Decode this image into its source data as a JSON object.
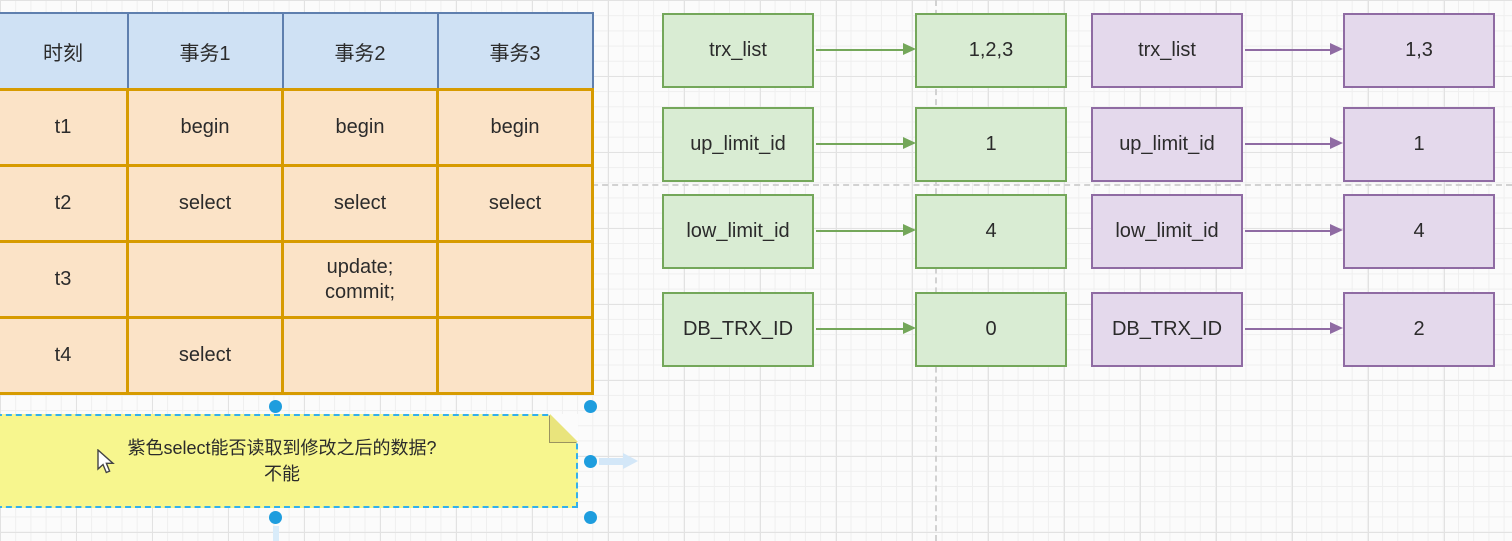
{
  "table": {
    "headers": [
      "时刻",
      "事务1",
      "事务2",
      "事务3"
    ],
    "rows": [
      {
        "time": "t1",
        "cells": [
          "begin",
          "begin",
          "begin"
        ]
      },
      {
        "time": "t2",
        "cells": [
          "select",
          "select",
          "select"
        ]
      },
      {
        "time": "t3",
        "cells": [
          "",
          "update;\ncommit;",
          ""
        ]
      },
      {
        "time": "t4",
        "cells": [
          "select",
          "",
          ""
        ]
      }
    ],
    "highlighted_cells": [
      {
        "row": "t2",
        "column": "事务1",
        "color": "green"
      },
      {
        "row": "t4",
        "column": "事务1",
        "color": "purple"
      }
    ]
  },
  "note": {
    "line1": "紫色select能否读取到修改之后的数据?",
    "line2": "不能",
    "selected": true
  },
  "readviews": {
    "green": {
      "rows": [
        {
          "label": "trx_list",
          "value": "1,2,3"
        },
        {
          "label": "up_limit_id",
          "value": "1"
        },
        {
          "label": "low_limit_id",
          "value": "4"
        },
        {
          "label": "DB_TRX_ID",
          "value": "0"
        }
      ]
    },
    "purple": {
      "rows": [
        {
          "label": "trx_list",
          "value": "1,3"
        },
        {
          "label": "up_limit_id",
          "value": "1"
        },
        {
          "label": "low_limit_id",
          "value": "4"
        },
        {
          "label": "DB_TRX_ID",
          "value": "2"
        }
      ]
    }
  },
  "colors": {
    "header_fill": "#cfe1f4",
    "header_stroke": "#5f7fae",
    "body_fill": "#fbe3c7",
    "body_stroke": "#d79b00",
    "green_fill": "#d9ecd3",
    "green_stroke": "#74a75a",
    "purple_fill": "#e4d9ec",
    "purple_stroke": "#8f6ba3",
    "note_fill": "#f7f68e",
    "selection": "#1e9dde"
  }
}
